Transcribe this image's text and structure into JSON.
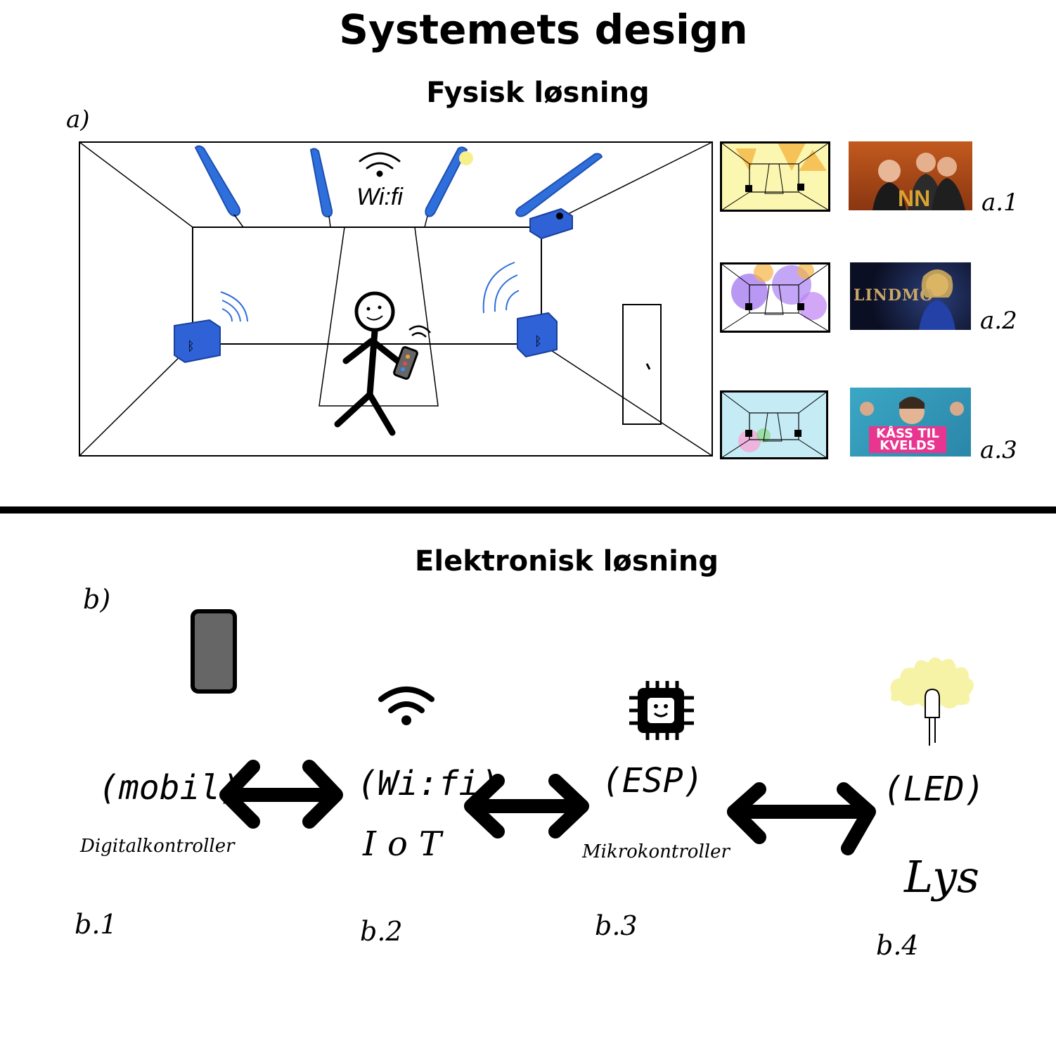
{
  "title": "Systemets design",
  "section_a": {
    "heading": "Fysisk løsning",
    "label": "a)",
    "wifi_text": "Wi:fi",
    "thumb_labels": [
      "a.1",
      "a.2",
      "a.3"
    ],
    "show_titles": [
      "LINDMO",
      "KÅSS TIL KVELDS"
    ],
    "colors": {
      "led_blue": "#2f6fdc",
      "speaker_blue": "#2e62d6",
      "glow_yellow": "#f7f08a",
      "purple": "#9b6cf0",
      "cyan": "#bfe8f3"
    }
  },
  "section_b": {
    "heading": "Elektronisk løsning",
    "label": "b)",
    "nodes": [
      {
        "paren": "(mobil)",
        "desc": "Digitalkontroller",
        "code": "b.1",
        "icon": "phone-icon"
      },
      {
        "paren": "(Wi:fi)",
        "desc": "IoT",
        "code": "b.2",
        "icon": "wifi-icon"
      },
      {
        "paren": "(ESP)",
        "desc": "Mikrokontroller",
        "code": "b.3",
        "icon": "chip-icon"
      },
      {
        "paren": "(LED)",
        "desc": "Lys",
        "code": "b.4",
        "icon": "led-icon"
      }
    ]
  }
}
